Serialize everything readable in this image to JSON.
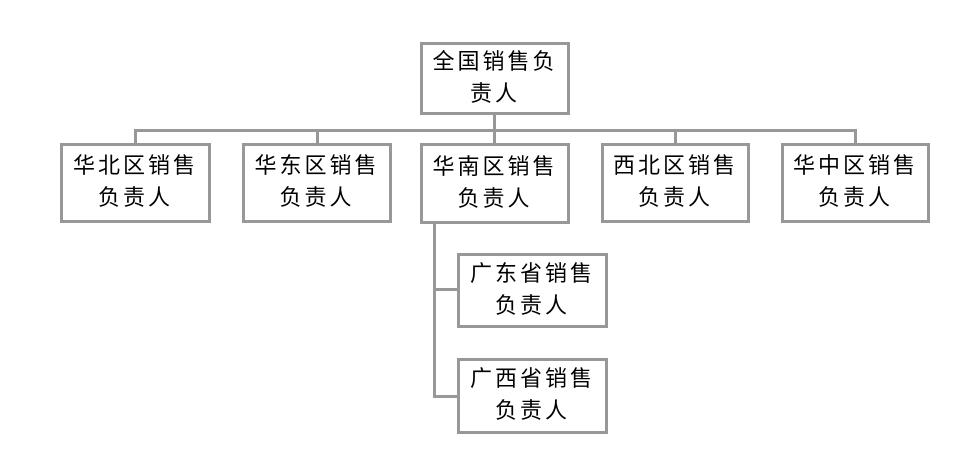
{
  "org": {
    "type": "org-chart",
    "root": {
      "id": "national",
      "label": "全国销售负责人"
    },
    "regions": [
      {
        "id": "north-region",
        "label": "华北区销售负责人",
        "children": []
      },
      {
        "id": "east-region",
        "label": "华东区销售负责人",
        "children": []
      },
      {
        "id": "south-region",
        "label": "华南区销售负责人",
        "children": [
          {
            "id": "guangdong-province",
            "label": "广东省销售负责人"
          },
          {
            "id": "guangxi-province",
            "label": "广西省销售负责人"
          }
        ]
      },
      {
        "id": "northwest-region",
        "label": "西北区销售负责人",
        "children": []
      },
      {
        "id": "central-region",
        "label": "华中区销售负责人",
        "children": []
      }
    ]
  },
  "colors": {
    "node_border": "#989898",
    "connector": "#989898",
    "text": "#000000",
    "background": "#ffffff"
  }
}
